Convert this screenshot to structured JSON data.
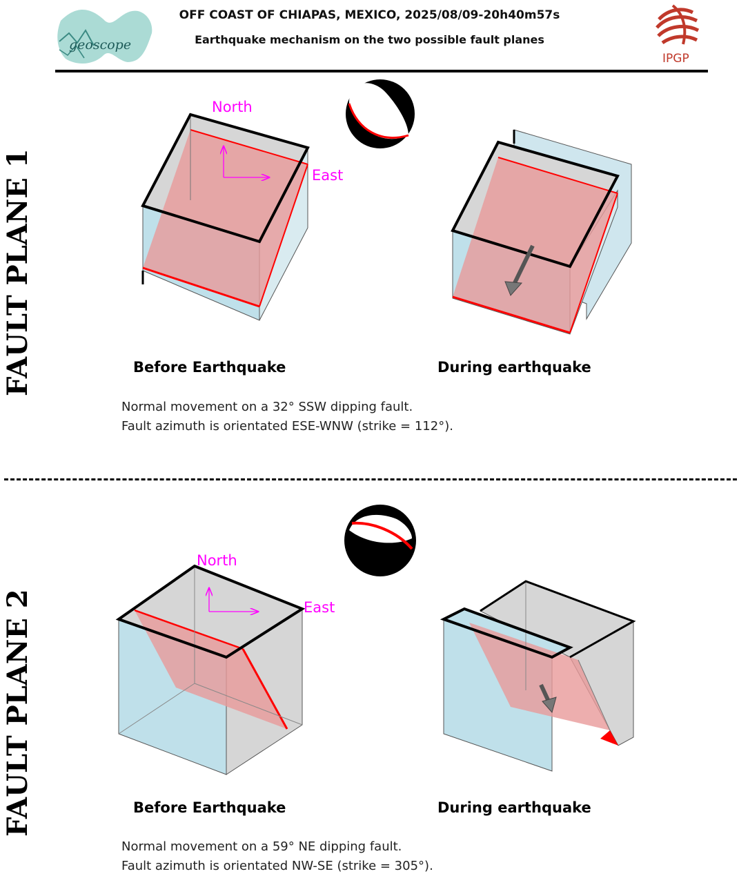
{
  "header": {
    "title": "OFF COAST OF CHIAPAS, MEXICO, 2025/08/09-20h40m57s",
    "subtitle": "Earthquake mechanism on the two possible fault planes",
    "logo_left": "geoscope",
    "logo_right": "IPGP"
  },
  "planes": [
    {
      "side_label": "FAULT PLANE 1",
      "north_label": "North",
      "east_label": "East",
      "before_caption": "Before Earthquake",
      "during_caption": "During earthquake",
      "line1": "Normal movement on a 32° SSW dipping fault.",
      "line2": "Fault azimuth is orientated ESE-WNW (strike = 112°)."
    },
    {
      "side_label": "FAULT PLANE 2",
      "north_label": "North",
      "east_label": "East",
      "before_caption": "Before Earthquake",
      "during_caption": "During earthquake",
      "line1": "Normal movement on a 59° NE dipping fault.",
      "line2": "Fault azimuth is orientated NW-SE (strike = 305°)."
    }
  ],
  "colors": {
    "fault_plane": "#e89a9a",
    "fault_edge": "#ff0000",
    "block_blue": "#bfe0ea",
    "block_grey": "#d4d4d4",
    "compass": "#ff00ff"
  }
}
